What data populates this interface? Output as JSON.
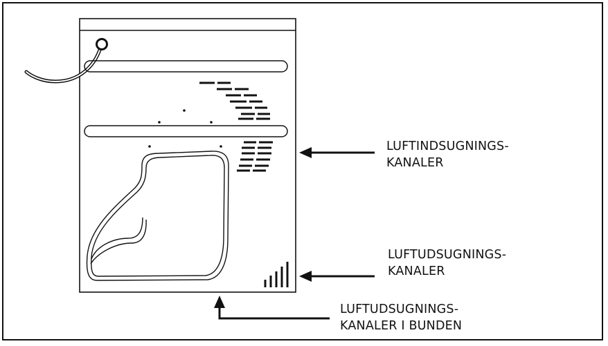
{
  "labels": {
    "intake": {
      "line1": "LUFTINDSUGNINGS-",
      "line2": "KANALER"
    },
    "exhaust": {
      "line1": "LUFTUDSUGNINGS-",
      "line2": "KANALER"
    },
    "bottom_exhaust": {
      "line1": "LUFTUDSUGNINGS-",
      "line2": "KANALER I BUNDEN"
    }
  },
  "colors": {
    "stroke": "#111111",
    "background": "#ffffff"
  }
}
